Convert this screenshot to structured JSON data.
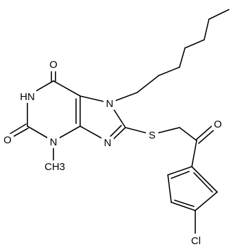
{
  "molecule": {
    "atom_labels": {
      "o_top": "O",
      "nh": "HN",
      "n7": "N",
      "o_left": "O",
      "n3": "N",
      "n9": "N",
      "s": "S",
      "o_ketone": "O",
      "methyl": "CH3",
      "cl": "Cl"
    }
  }
}
